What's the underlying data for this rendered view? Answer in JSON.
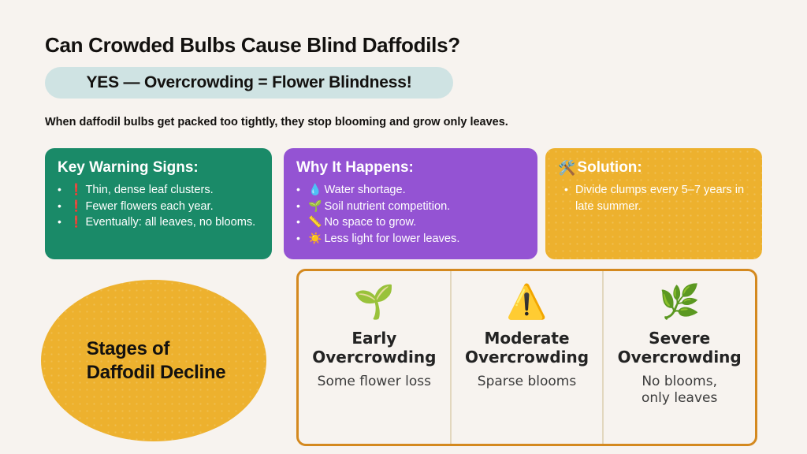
{
  "page": {
    "background_color": "#f7f3ef",
    "title": "Can Crowded Bulbs Cause Blind Daffodils?",
    "answer_banner": "YES — Overcrowding = Flower Blindness!",
    "answer_banner_color": "#cfe3e3",
    "lead": "When daffodil bulbs get packed too tightly, they stop blooming and grow only leaves."
  },
  "panels": [
    {
      "id": "warning-signs",
      "title": "Key Warning Signs:",
      "title_emoji": "",
      "color": "#1a8a68",
      "items": [
        {
          "bullet": "•",
          "emoji": "❗",
          "text": "Thin, dense leaf clusters."
        },
        {
          "bullet": "•",
          "emoji": "❗",
          "text": "Fewer flowers each year."
        },
        {
          "bullet": "•",
          "emoji": "❗",
          "text": "Eventually: all leaves, no blooms."
        }
      ]
    },
    {
      "id": "why-it-happens",
      "title": "Why It Happens:",
      "title_emoji": "",
      "color": "#9453d3",
      "items": [
        {
          "bullet": "•",
          "emoji": "💧",
          "text": "Water shortage."
        },
        {
          "bullet": "•",
          "emoji": "🌱",
          "text": "Soil nutrient competition."
        },
        {
          "bullet": "•",
          "emoji": "📏",
          "text": "No space to grow."
        },
        {
          "bullet": "•",
          "emoji": "☀️",
          "text": "Less light for lower leaves."
        }
      ]
    },
    {
      "id": "solution",
      "title": "Solution:",
      "title_emoji": "🛠️",
      "color": "#edb12e",
      "items": [
        {
          "bullet": "•",
          "emoji": "",
          "text": "Divide clumps every 5–7 years in late summer."
        }
      ]
    }
  ],
  "stages_label": {
    "line1": "Stages of",
    "line2": "Daffodil Decline",
    "color": "#edb12e"
  },
  "stages": {
    "border_color": "#d4891f",
    "cards": [
      {
        "emoji": "🌱",
        "icon_name": "seedling-icon",
        "title_line1": "Early",
        "title_line2": "Overcrowding",
        "subtitle_line1": "Some flower loss",
        "subtitle_line2": ""
      },
      {
        "emoji": "⚠️",
        "icon_name": "warning-triangle-icon",
        "title_line1": "Moderate",
        "title_line2": "Overcrowding",
        "subtitle_line1": "Sparse blooms",
        "subtitle_line2": ""
      },
      {
        "emoji": "🌿",
        "icon_name": "grass-icon",
        "title_line1": "Severe",
        "title_line2": "Overcrowding",
        "subtitle_line1": "No blooms,",
        "subtitle_line2": "only leaves"
      }
    ]
  }
}
